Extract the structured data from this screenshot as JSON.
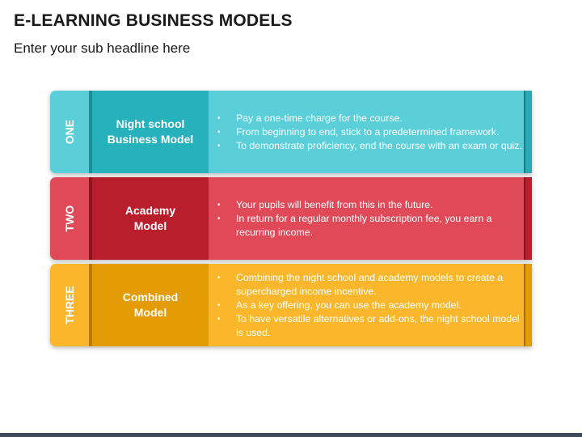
{
  "slide": {
    "title": "E-LEARNING BUSINESS MODELS",
    "subtitle": "Enter your sub headline here"
  },
  "rows": [
    {
      "tab_label": "ONE",
      "model": "Night school\nBusiness Model",
      "bullets": [
        "Pay a one-time charge for the course.",
        "From beginning to end, stick to a predetermined framework.",
        "To demonstrate proficiency, end the course with an exam or quiz."
      ],
      "colors": {
        "tab": "#5bcfd9",
        "name": "#27b1bd",
        "body": "#5bcfd9",
        "fold": "#1d8f99",
        "edge": "#2aa9b4"
      }
    },
    {
      "tab_label": "TWO",
      "model": "Academy\nModel",
      "bullets": [
        "Your pupils will benefit from this in the future.",
        "In return for a regular monthly subscription fee, you earn a recurring income."
      ],
      "colors": {
        "tab": "#e04a58",
        "name": "#b81e2c",
        "body": "#e04a58",
        "fold": "#8c1520",
        "edge": "#b81e2c"
      }
    },
    {
      "tab_label": "THREE",
      "model": "Combined\nModel",
      "bullets": [
        "Combining the night school and academy models to create a supercharged income incentive.",
        "As a key offering, you can use the academy model.",
        "To have versatile alternatives or add-ons, the night school model is used."
      ],
      "colors": {
        "tab": "#fbb72b",
        "name": "#e39b06",
        "body": "#fbb72b",
        "fold": "#b87a00",
        "edge": "#e39b06"
      }
    }
  ]
}
